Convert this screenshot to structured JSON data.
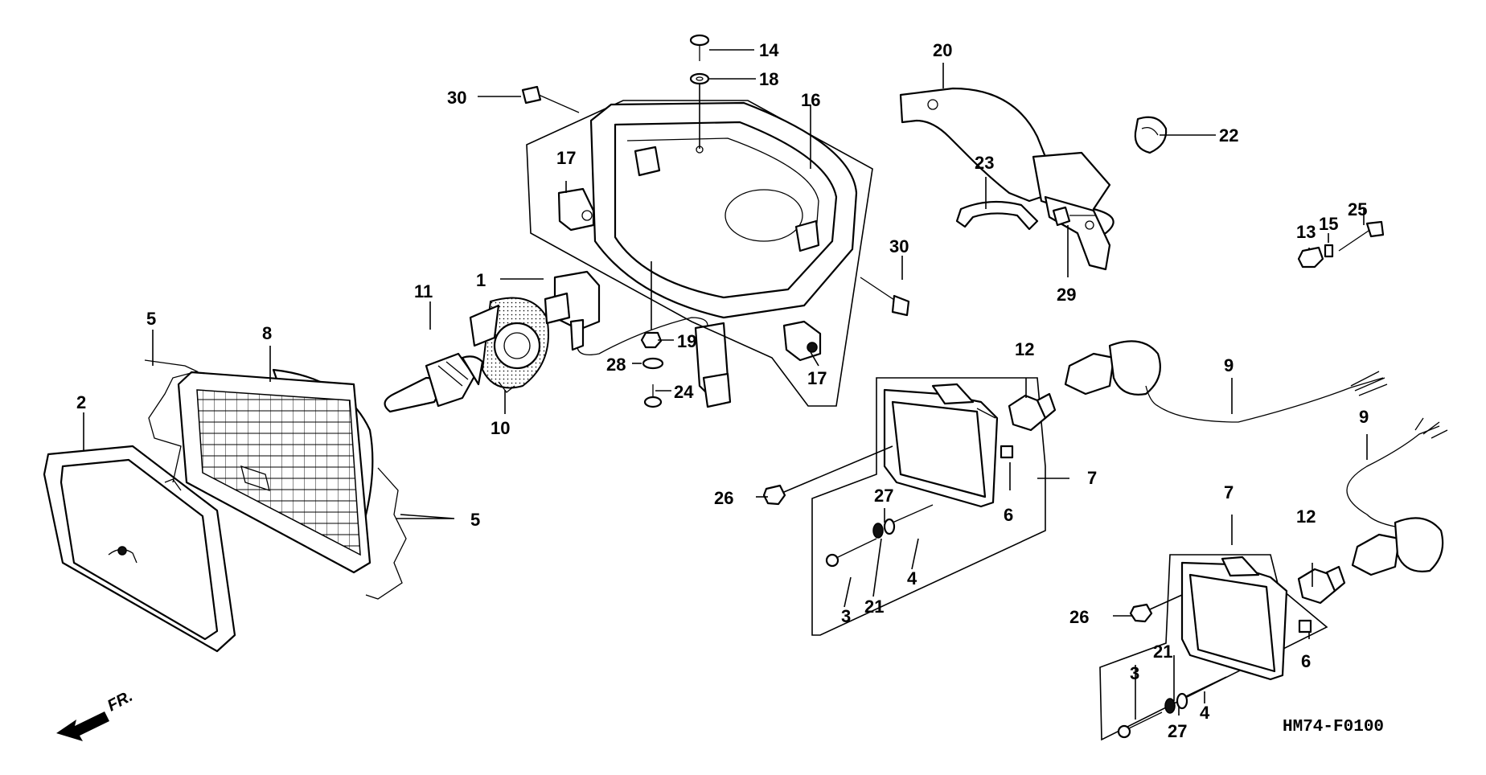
{
  "diagram": {
    "code": "HM74-F0100",
    "front_label": "FR.",
    "callouts": [
      {
        "id": "c1",
        "label": "1"
      },
      {
        "id": "c2",
        "label": "2"
      },
      {
        "id": "c3a",
        "label": "3"
      },
      {
        "id": "c3b",
        "label": "3"
      },
      {
        "id": "c4a",
        "label": "4"
      },
      {
        "id": "c4b",
        "label": "4"
      },
      {
        "id": "c5a",
        "label": "5"
      },
      {
        "id": "c5b",
        "label": "5"
      },
      {
        "id": "c6a",
        "label": "6"
      },
      {
        "id": "c6b",
        "label": "6"
      },
      {
        "id": "c7a",
        "label": "7"
      },
      {
        "id": "c7b",
        "label": "7"
      },
      {
        "id": "c8",
        "label": "8"
      },
      {
        "id": "c9a",
        "label": "9"
      },
      {
        "id": "c9b",
        "label": "9"
      },
      {
        "id": "c10",
        "label": "10"
      },
      {
        "id": "c11",
        "label": "11"
      },
      {
        "id": "c12a",
        "label": "12"
      },
      {
        "id": "c12b",
        "label": "12"
      },
      {
        "id": "c13",
        "label": "13"
      },
      {
        "id": "c14",
        "label": "14"
      },
      {
        "id": "c15",
        "label": "15"
      },
      {
        "id": "c16",
        "label": "16"
      },
      {
        "id": "c17a",
        "label": "17"
      },
      {
        "id": "c17b",
        "label": "17"
      },
      {
        "id": "c18",
        "label": "18"
      },
      {
        "id": "c19",
        "label": "19"
      },
      {
        "id": "c20",
        "label": "20"
      },
      {
        "id": "c21a",
        "label": "21"
      },
      {
        "id": "c21b",
        "label": "21"
      },
      {
        "id": "c22",
        "label": "22"
      },
      {
        "id": "c23",
        "label": "23"
      },
      {
        "id": "c24",
        "label": "24"
      },
      {
        "id": "c25",
        "label": "25"
      },
      {
        "id": "c26a",
        "label": "26"
      },
      {
        "id": "c26b",
        "label": "26"
      },
      {
        "id": "c27a",
        "label": "27"
      },
      {
        "id": "c27b",
        "label": "27"
      },
      {
        "id": "c28",
        "label": "28"
      },
      {
        "id": "c29",
        "label": "29"
      },
      {
        "id": "c30a",
        "label": "30"
      },
      {
        "id": "c30b",
        "label": "30"
      }
    ]
  }
}
